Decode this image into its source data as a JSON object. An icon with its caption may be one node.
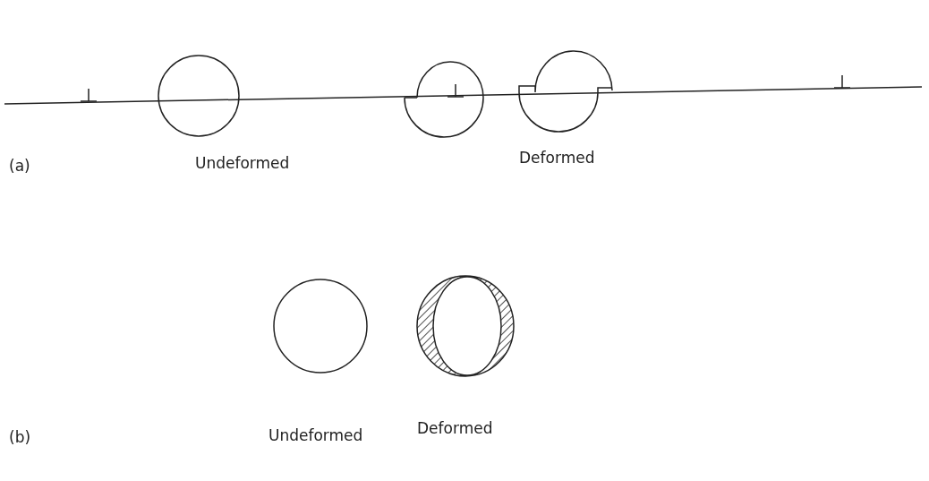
{
  "diagram": {
    "labels": [
      "(a)",
      "Undeformed",
      "Deformed",
      "(b)",
      "Undeformed",
      "Deformed"
    ]
  }
}
